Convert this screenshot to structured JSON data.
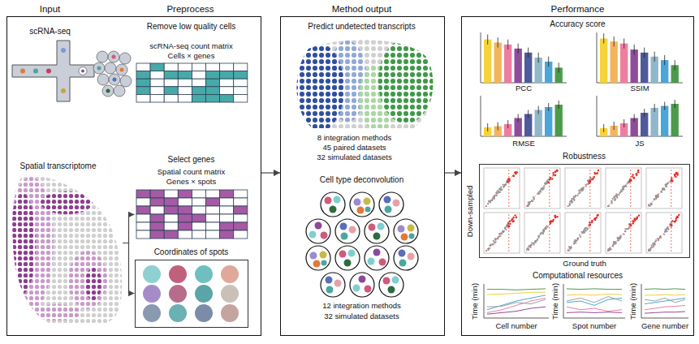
{
  "diagram": {
    "nodes": [
      {
        "text": [
          "Input",
          "Preprocess"
        ]
      },
      {
        "text": [
          "scRNA-seq"
        ],
        "in": 0
      },
      {
        "text": [
          "Remove low quality cells",
          "scRNA-seq count matrix",
          "Cells × genes"
        ],
        "in": 0
      },
      {
        "text": [
          "Spatial transcriptome"
        ],
        "in": 0
      },
      {
        "text": [
          "Select genes",
          "Spatial count matrix",
          "Genes × spots"
        ],
        "in": 0
      },
      {
        "text": [
          "Coordinates of spots"
        ],
        "in": 0
      },
      {
        "text": [
          "Method output"
        ]
      },
      {
        "text": [
          "Predict undetected transcripts",
          "8 integration methods",
          "45 paired datasets",
          "32 simulated datasets"
        ],
        "in": 6
      },
      {
        "text": [
          "Cell type deconvolution",
          "12 integration methods",
          "32 simulated datasets"
        ],
        "in": 6
      },
      {
        "text": [
          "Performance"
        ]
      },
      {
        "text": [
          "Accuracy score"
        ],
        "in": 9
      },
      {
        "text": [
          "Robustness"
        ],
        "in": 9
      },
      {
        "text": [
          "Computational resources"
        ],
        "in": 9
      }
    ],
    "edges": [
      {
        "from": 3,
        "to": 4,
        "arrow": "to"
      },
      {
        "from": 3,
        "to": 5,
        "arrow": "to"
      },
      {
        "from": 0,
        "to": 6,
        "arrow": "to"
      },
      {
        "from": 6,
        "to": 9,
        "arrow": "to"
      }
    ],
    "labels": [
      "PCC",
      "SSIM",
      "RMSE",
      "JS",
      "Down-sampled",
      "Ground truth",
      "Time (min)",
      "Cell number",
      "Time (min)",
      "Spot number",
      "Time (min)",
      "Gene number"
    ]
  }
}
